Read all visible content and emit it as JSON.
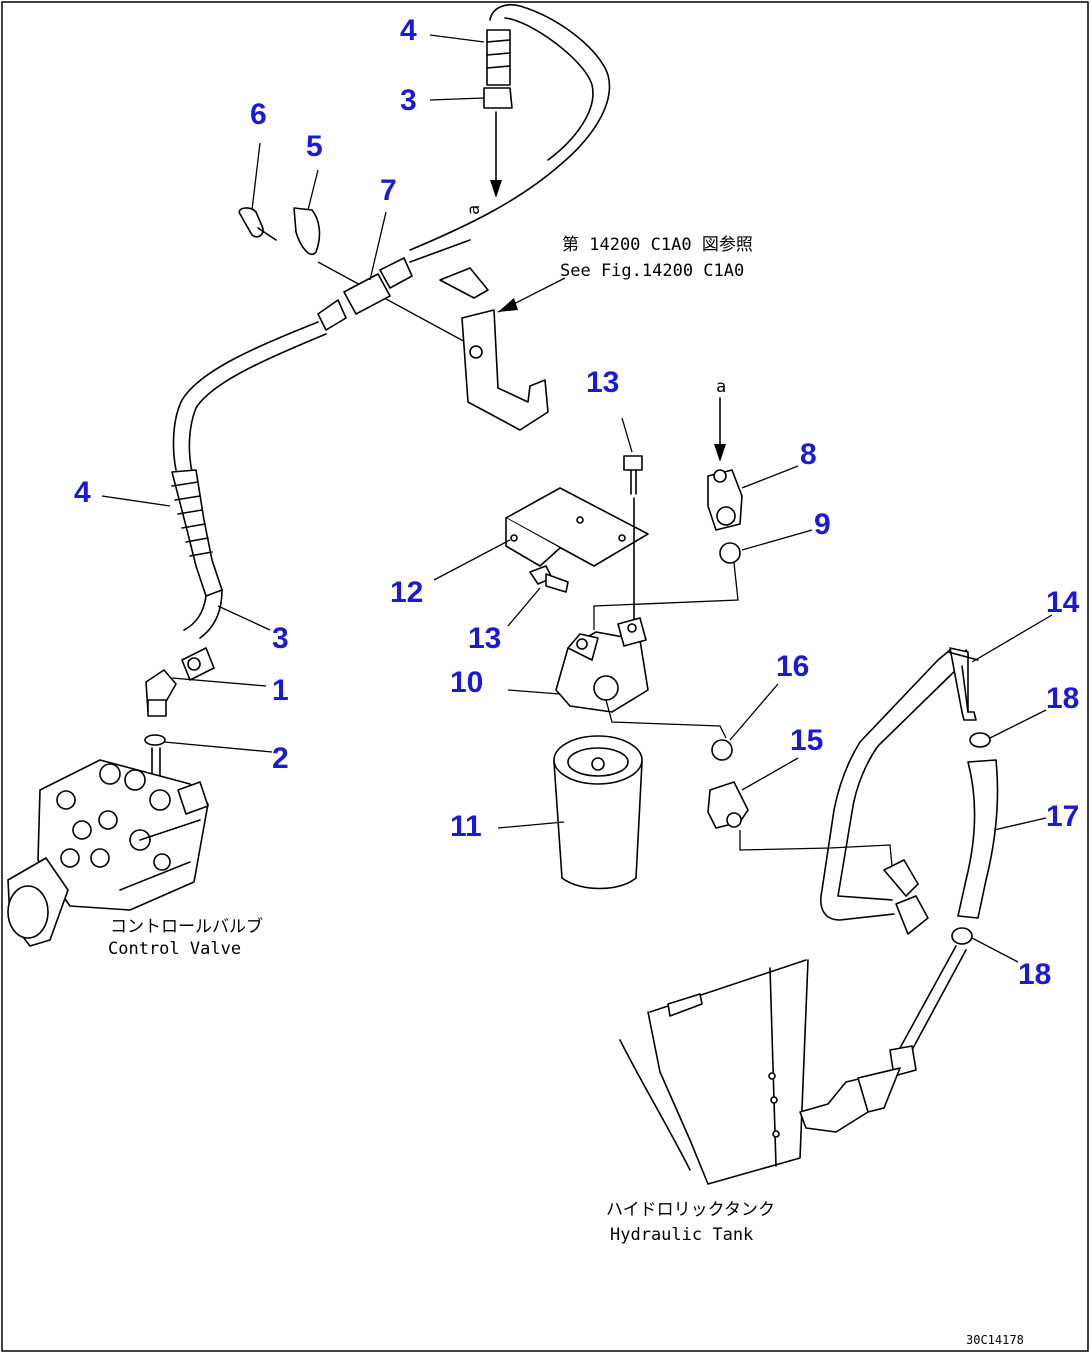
{
  "callouts": [
    {
      "id": "c4a",
      "text": "4"
    },
    {
      "id": "c3a",
      "text": "3"
    },
    {
      "id": "c6",
      "text": "6"
    },
    {
      "id": "c5",
      "text": "5"
    },
    {
      "id": "c7",
      "text": "7"
    },
    {
      "id": "c4b",
      "text": "4"
    },
    {
      "id": "c3b",
      "text": "3"
    },
    {
      "id": "c1",
      "text": "1"
    },
    {
      "id": "c2",
      "text": "2"
    },
    {
      "id": "c13a",
      "text": "13"
    },
    {
      "id": "c8",
      "text": "8"
    },
    {
      "id": "c9",
      "text": "9"
    },
    {
      "id": "c12",
      "text": "12"
    },
    {
      "id": "c13b",
      "text": "13"
    },
    {
      "id": "c10",
      "text": "10"
    },
    {
      "id": "c11",
      "text": "11"
    },
    {
      "id": "c16",
      "text": "16"
    },
    {
      "id": "c15",
      "text": "15"
    },
    {
      "id": "c14",
      "text": "14"
    },
    {
      "id": "c18a",
      "text": "18"
    },
    {
      "id": "c17",
      "text": "17"
    },
    {
      "id": "c18b",
      "text": "18"
    }
  ],
  "labels": {
    "ref_jp": "第 14200 C1A0 図参照",
    "ref_en": "See Fig.14200 C1A0",
    "arrow_a_top": "a",
    "arrow_a_mid": "a",
    "control_valve_jp": "コントロールバルブ",
    "control_valve_en": "Control Valve",
    "tank_jp": "ハイドロリックタンク",
    "tank_en": "Hydraulic Tank",
    "doc_id": "30C14178"
  }
}
